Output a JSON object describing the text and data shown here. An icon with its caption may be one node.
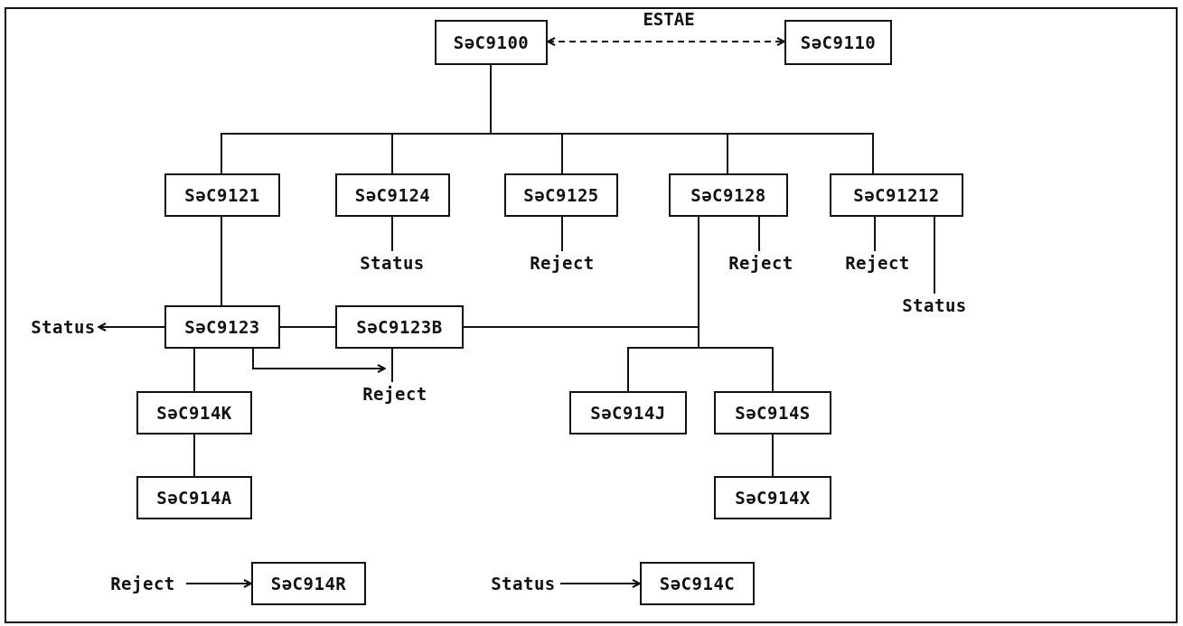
{
  "diagram": {
    "nodes": [
      {
        "text": [
          "SəC9100"
        ]
      },
      {
        "text": [
          "SəC9110"
        ]
      },
      {
        "text": [
          "SəC9121"
        ]
      },
      {
        "text": [
          "SəC9124"
        ]
      },
      {
        "text": [
          "SəC9125"
        ]
      },
      {
        "text": [
          "SəC9128"
        ]
      },
      {
        "text": [
          "SəC91212"
        ]
      },
      {
        "text": [
          "Status"
        ]
      },
      {
        "text": [
          "Reject"
        ]
      },
      {
        "text": [
          "Reject"
        ]
      },
      {
        "text": [
          "Reject"
        ]
      },
      {
        "text": [
          "Status"
        ]
      },
      {
        "text": [
          "Status"
        ]
      },
      {
        "text": [
          "SəC9123"
        ]
      },
      {
        "text": [
          "SəC9123B"
        ]
      },
      {
        "text": [
          "Reject"
        ]
      },
      {
        "text": [
          "SəC914K"
        ]
      },
      {
        "text": [
          "SəC914J"
        ]
      },
      {
        "text": [
          "SəC914S"
        ]
      },
      {
        "text": [
          "SəC914A"
        ]
      },
      {
        "text": [
          "SəC914X"
        ]
      },
      {
        "text": [
          "Reject"
        ]
      },
      {
        "text": [
          "SəC914R"
        ]
      },
      {
        "text": [
          "Status"
        ]
      },
      {
        "text": [
          "SəC914C"
        ]
      }
    ],
    "edges": [
      {
        "from": 0,
        "to": 1,
        "arrow": "both",
        "style": "dashed",
        "label": "ESTAE"
      },
      {
        "from": 0,
        "to": 2,
        "arrow": "none"
      },
      {
        "from": 0,
        "to": 3,
        "arrow": "none"
      },
      {
        "from": 0,
        "to": 4,
        "arrow": "none"
      },
      {
        "from": 0,
        "to": 5,
        "arrow": "none"
      },
      {
        "from": 0,
        "to": 6,
        "arrow": "none"
      },
      {
        "from": 3,
        "to": 7,
        "arrow": "none"
      },
      {
        "from": 4,
        "to": 8,
        "arrow": "none"
      },
      {
        "from": 5,
        "to": 9,
        "arrow": "none"
      },
      {
        "from": 6,
        "to": 10,
        "arrow": "none"
      },
      {
        "from": 6,
        "to": 11,
        "arrow": "none"
      },
      {
        "from": 2,
        "to": 13,
        "arrow": "none"
      },
      {
        "from": 13,
        "to": 12,
        "arrow": "to"
      },
      {
        "from": 13,
        "to": 14,
        "arrow": "none"
      },
      {
        "from": 14,
        "to": 15,
        "arrow": "none"
      },
      {
        "from": 13,
        "to": 15,
        "arrow": "to"
      },
      {
        "from": 14,
        "to": 5,
        "arrow": "none"
      },
      {
        "from": 5,
        "to": 17,
        "arrow": "none"
      },
      {
        "from": 5,
        "to": 18,
        "arrow": "none"
      },
      {
        "from": 13,
        "to": 16,
        "arrow": "none"
      },
      {
        "from": 16,
        "to": 19,
        "arrow": "none"
      },
      {
        "from": 18,
        "to": 20,
        "arrow": "none"
      },
      {
        "from": 21,
        "to": 22,
        "arrow": "to"
      },
      {
        "from": 23,
        "to": 24,
        "arrow": "to"
      }
    ]
  }
}
